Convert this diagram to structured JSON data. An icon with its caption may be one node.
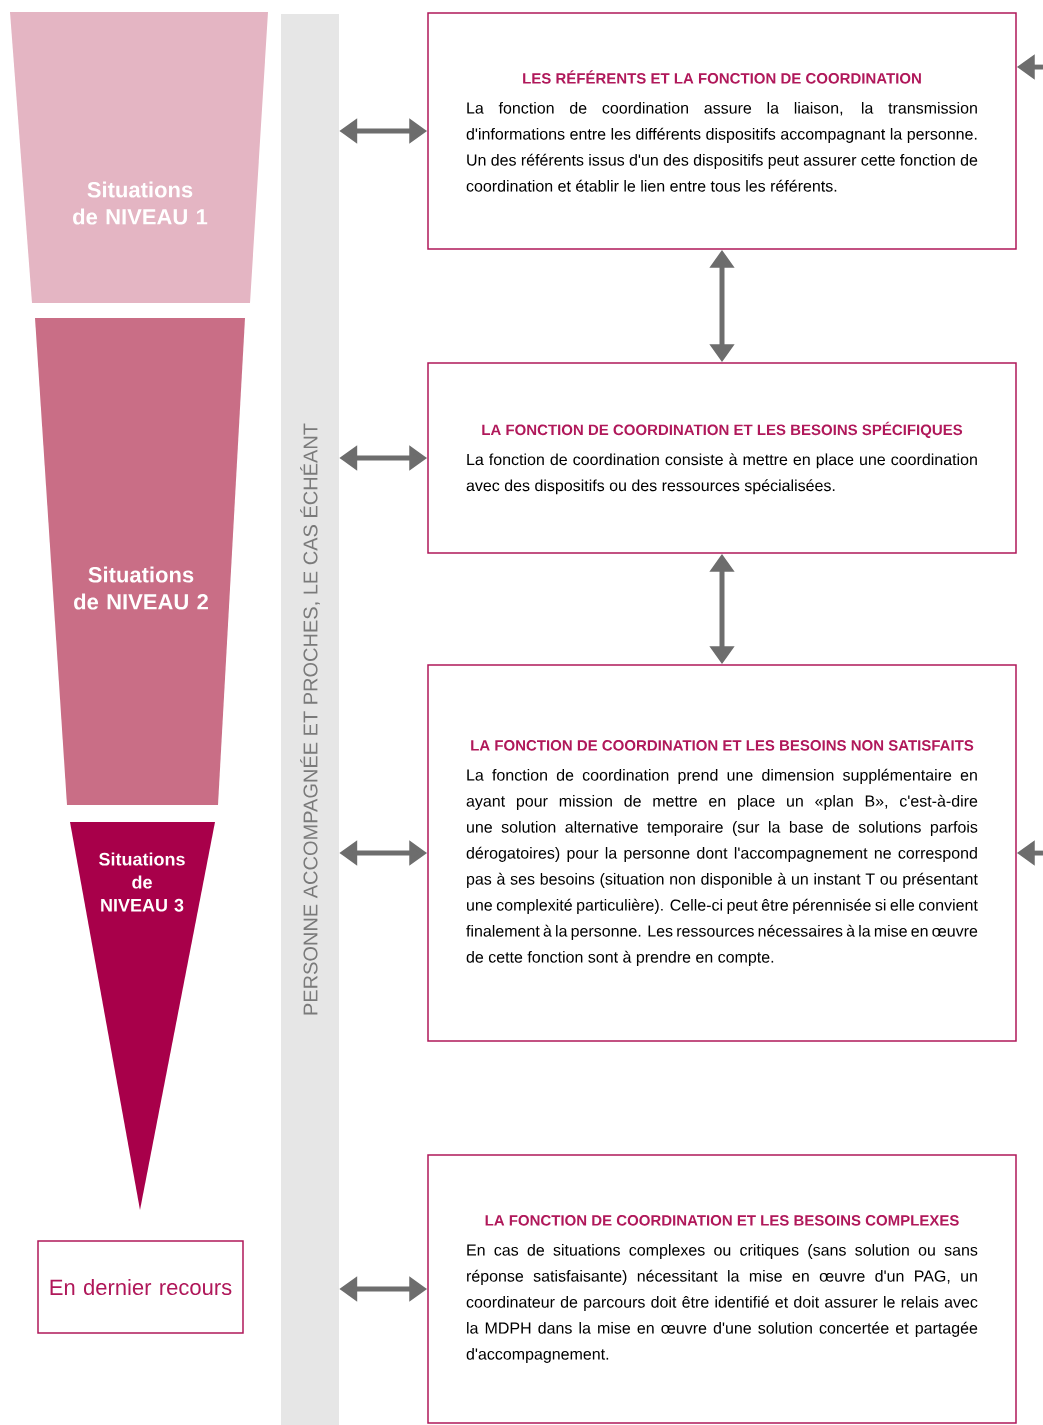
{
  "diagram": {
    "nodes": [
      {
        "text": [
          "Situations de NIVEAU 1"
        ]
      },
      {
        "text": [
          "Situations de NIVEAU 2"
        ]
      },
      {
        "text": [
          "Situations de NIVEAU 3"
        ]
      },
      {
        "text": [
          "En dernier recours"
        ]
      },
      {
        "text": [
          "PERSONNE ACCOMPAGNÉE ET PROCHES, LE CAS ÉCHÉANT"
        ]
      },
      {
        "text": [
          "LES RÉFÉRENTS ET LA FONCTION DE COORDINATION",
          "La fonction de coordination assure la liaison, la transmission d'informations entre les différents dispositifs accompagnant la personne. Un des référents issus d'un des dispositifs peut assurer cette fonction de coordination et établir le lien entre tous les référents."
        ]
      },
      {
        "text": [
          "LA FONCTION DE COORDINATION ET LES BESOINS SPÉCIFIQUES",
          "La fonction de coordination consiste à mettre en place une coordination avec des dispositifs ou des ressources spécialisées."
        ]
      },
      {
        "text": [
          "LA FONCTION DE COORDINATION ET LES BESOINS NON SATISFAITS",
          "La fonction de coordination prend une dimension supplémentaire en ayant pour mission de mettre en place un «plan B», c'est-à-dire une solution alternative temporaire (sur la base de solutions parfois dérogatoires) pour la personne dont l'accompagnement ne correspond pas à ses besoins (situation non disponible à un instant T ou présentant une complexité particulière). Celle-ci peut être pérennisée si elle convient finalement à la personne. Les ressources nécessaires à la mise en œuvre de cette fonction sont à prendre en compte."
        ]
      },
      {
        "text": [
          "LA FONCTION DE COORDINATION ET LES BESOINS COMPLEXES",
          "En cas de situations complexes ou critiques (sans solution ou sans réponse satisfaisante) nécessitant la mise en œuvre d'un PAG, un coordinateur de parcours doit être identifié et doit assurer le relais avec la MDPH dans la mise en œuvre d'une solution concertée et partagée d'accompagnement."
        ]
      }
    ],
    "edges": [
      {
        "from": 4,
        "to": 5,
        "arrow": "both"
      },
      {
        "from": 4,
        "to": 6,
        "arrow": "both"
      },
      {
        "from": 4,
        "to": 7,
        "arrow": "both"
      },
      {
        "from": 4,
        "to": 8,
        "arrow": "both"
      },
      {
        "from": 5,
        "to": 6,
        "arrow": "both"
      },
      {
        "from": 6,
        "to": 7,
        "arrow": "both"
      },
      {
        "from": null,
        "to": 5,
        "arrow": "to"
      },
      {
        "from": null,
        "to": 7,
        "arrow": "to"
      }
    ]
  }
}
